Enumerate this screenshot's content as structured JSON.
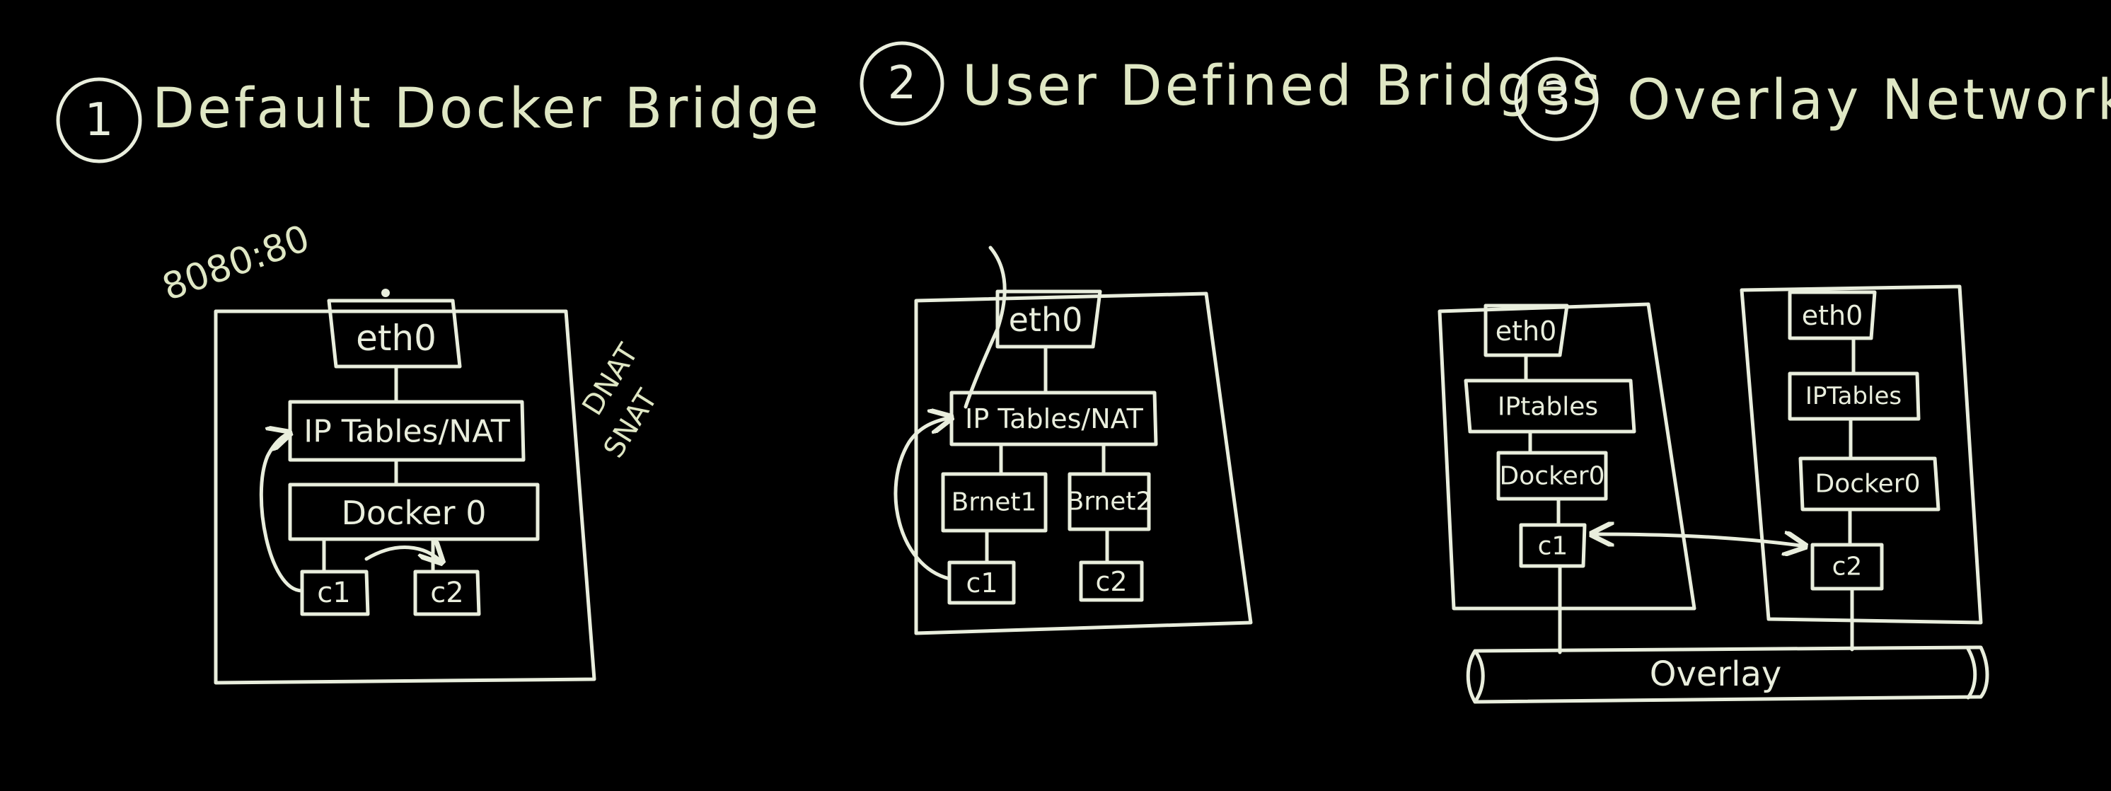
{
  "sections": [
    {
      "number": "1",
      "title": "Default Docker Bridge"
    },
    {
      "number": "2",
      "title": "User Defined Bridges"
    },
    {
      "number": "3",
      "title": "Overlay Network"
    }
  ],
  "diagram1": {
    "port_mapping": "8080:80",
    "eth": "eth0",
    "iptables": "IP Tables/NAT",
    "bridge": "Docker 0",
    "c1": "c1",
    "c2": "c2",
    "nat_notes": [
      "DNAT",
      "SNAT"
    ]
  },
  "diagram2": {
    "eth": "eth0",
    "iptables": "IP Tables/NAT",
    "bridge1": "Brnet1",
    "bridge2": "Brnet2",
    "c1": "c1",
    "c2": "c2"
  },
  "diagram3": {
    "host1": {
      "eth": "eth0",
      "iptables": "IPtables",
      "bridge": "Docker0",
      "container": "c1"
    },
    "host2": {
      "eth": "eth0",
      "iptables": "IPTables",
      "bridge": "Docker0",
      "container": "c2"
    },
    "overlay": "Overlay"
  },
  "colors": {
    "background": "#000000",
    "chalk": "#e9eedd",
    "heading_chalk": "#dfe7c4"
  }
}
